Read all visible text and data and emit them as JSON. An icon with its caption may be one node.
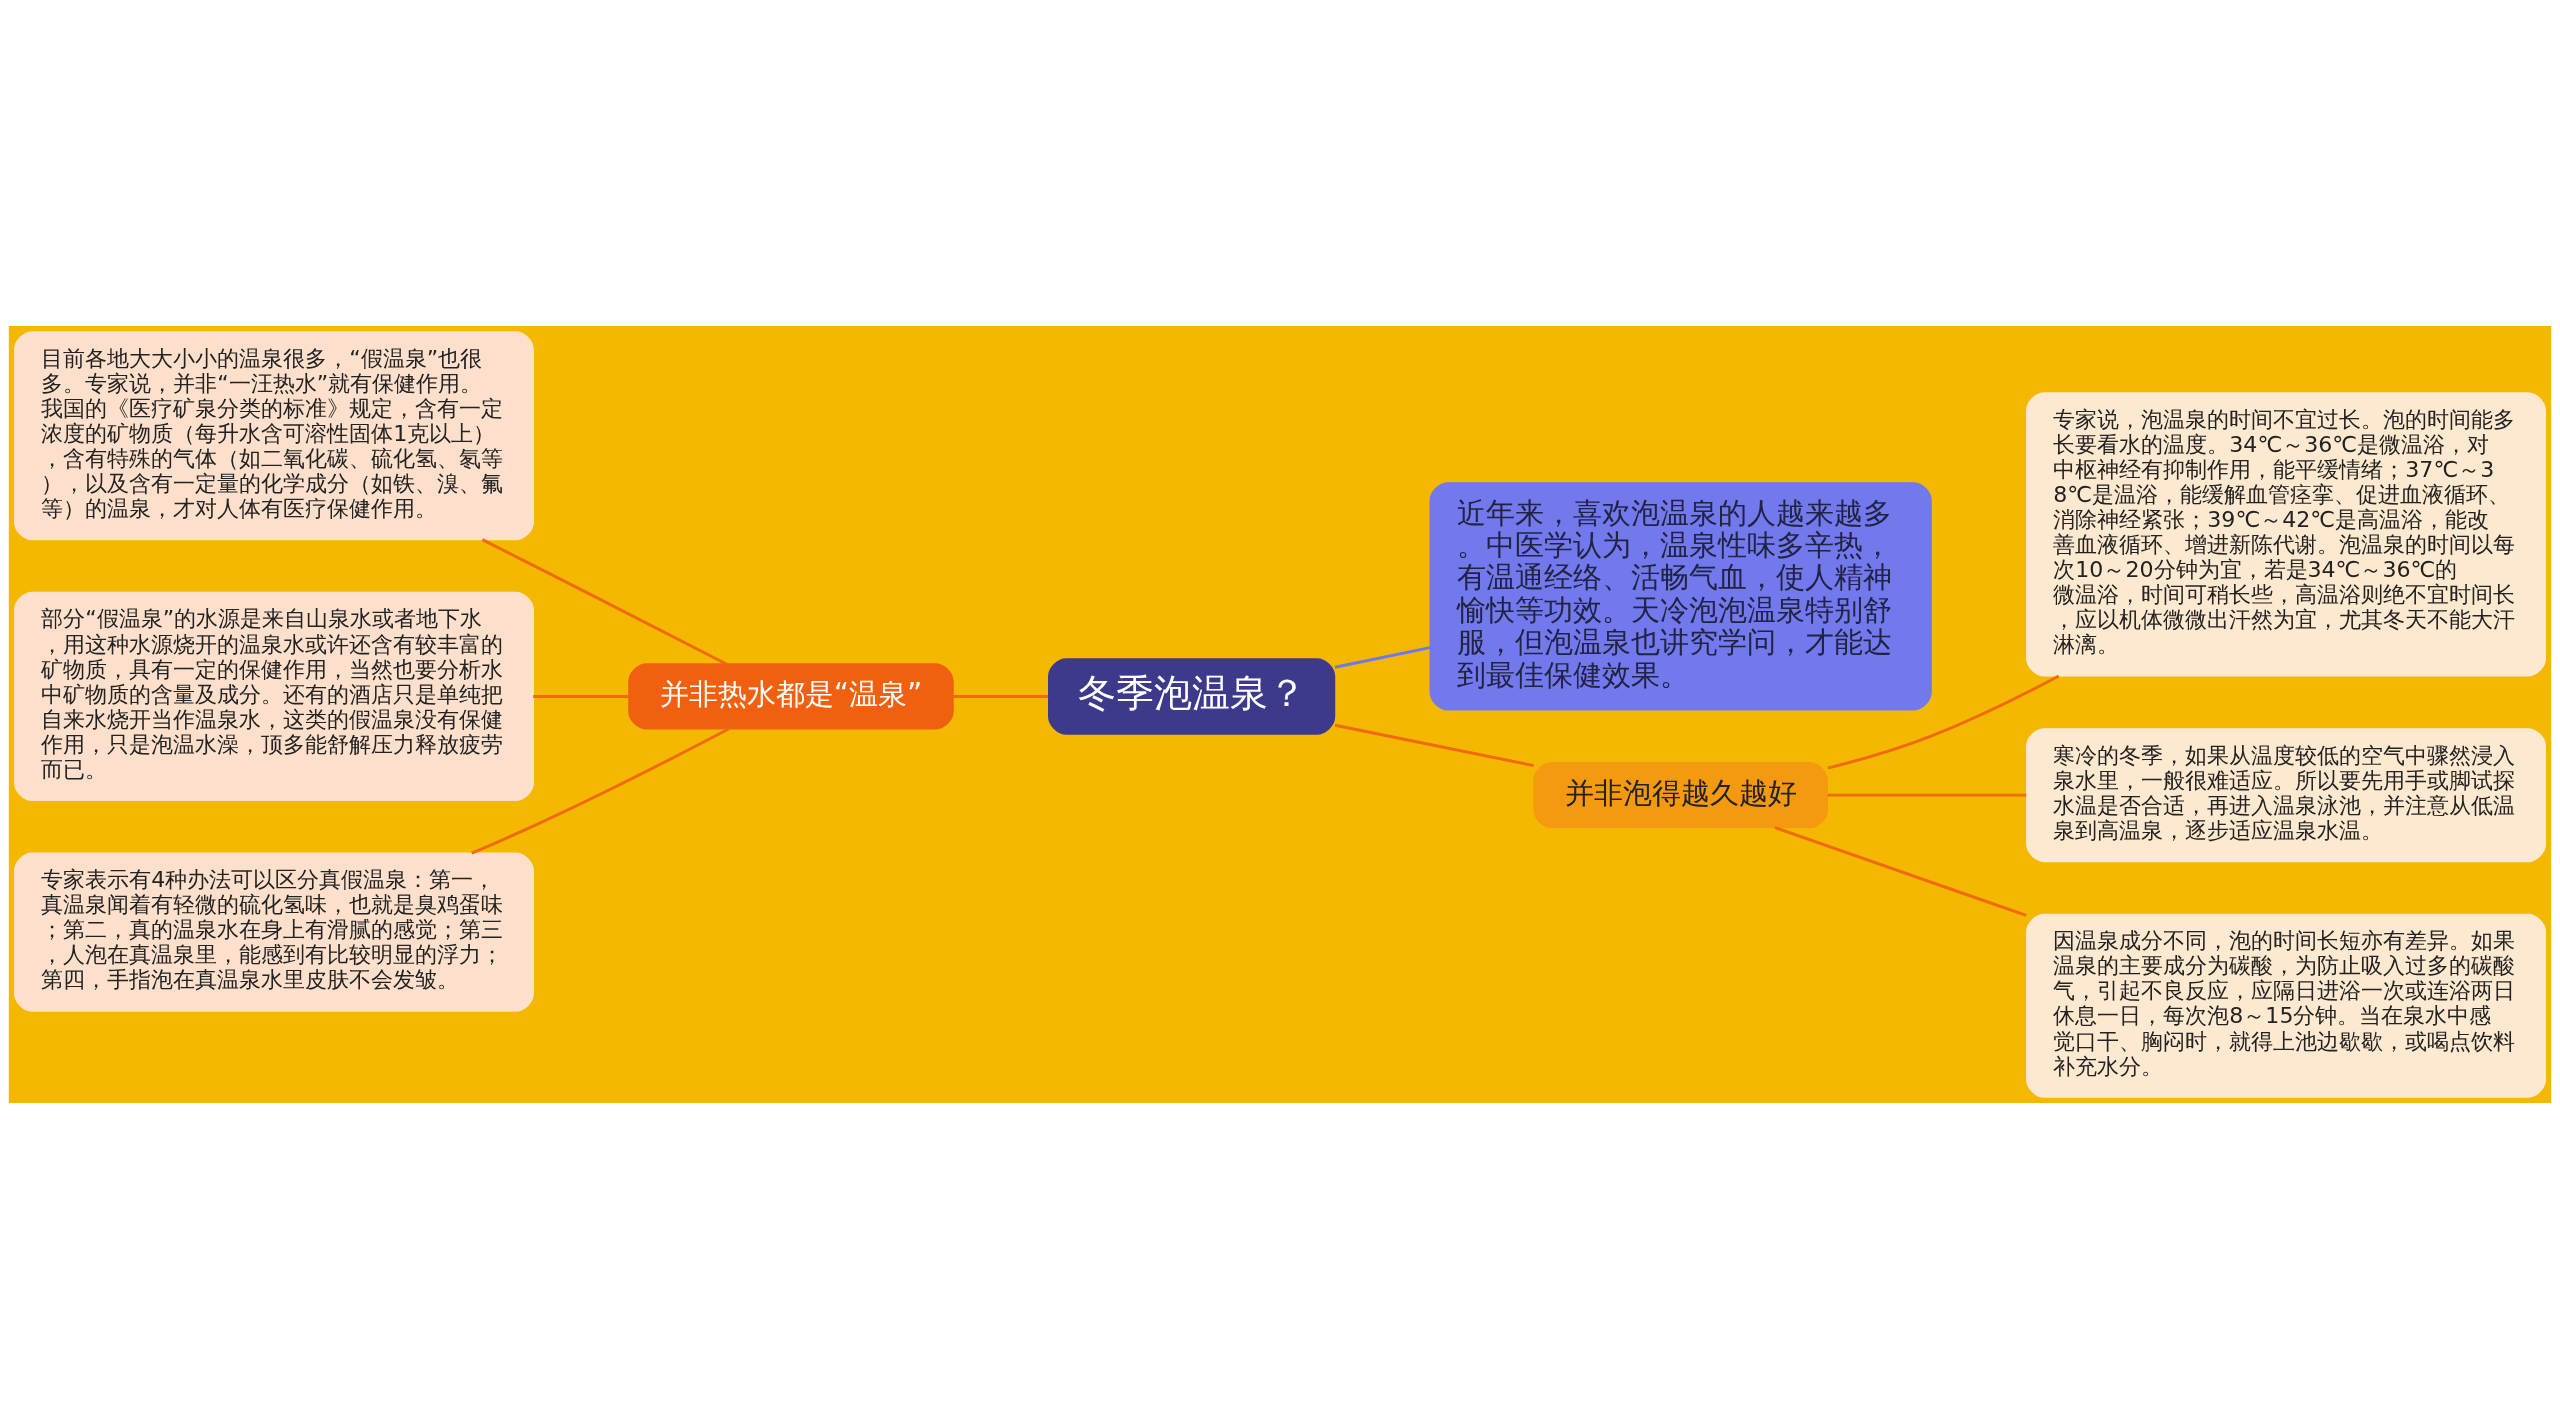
{
  "diagram": {
    "nodes": [
      {
        "text": [
          "冬季泡温泉？"
        ]
      },
      {
        "text": [
          "近年来，喜欢泡温泉的人越来越多。中医学认为，温泉性味多辛热，有温通经络、活畅气血，使人精神愉快等功效。天冷泡泡温泉特别舒服，但泡温泉也讲究学问，才能达到最佳保健效果。"
        ]
      },
      {
        "text": [
          "并非热水都是“温泉”"
        ]
      },
      {
        "text": [
          "目前各地大大小小的温泉很多，“假温泉”也很多。专家说，并非“一汪热水”就有保健作用。我国的《医疗矿泉分类的标准》规定，含有一定浓度的矿物质（每升水含可溶性固体1克以上），含有特殊的气体（如二氧化碳、硫化氢、氡等），以及含有一定量的化学成分（如铁、溴、氟等）的温泉，才对人体有医疗保健作用。"
        ]
      },
      {
        "text": [
          "部分“假温泉”的水源是来自山泉水或者地下水，用这种水源烧开的温泉水或许还含有较丰富的矿物质，具有一定的保健作用，当然也要分析水中矿物质的含量及成分。还有的酒店只是单纯把自来水烧开当作温泉水，这类的假温泉没有保健作用，只是泡温水澡，顶多能舒解压力释放疲劳而已。"
        ]
      },
      {
        "text": [
          "专家表示有4种办法可以区分真假温泉：第一，真温泉闻着有轻微的硫化氢味，也就是臭鸡蛋味；第二，真的温泉水在身上有滑腻的感觉；第三，人泡在真温泉里，能感到有比较明显的浮力；第四，手指泡在真温泉水里皮肤不会发皱。"
        ]
      },
      {
        "text": [
          "并非泡得越久越好"
        ]
      },
      {
        "text": [
          "专家说，泡温泉的时间不宜过长。泡的时间能多长要看水的温度。34℃～36℃是微温浴，对中枢神经有抑制作用，能平缓情绪；37℃～38℃是温浴，能缓解血管痉挛、促进血液循环、消除神经紧张；39℃～42℃是高温浴，能改善血液循环、增进新陈代谢。泡温泉的时间以每次10～20分钟为宜，若是34℃～36℃的微温浴，时间可稍长些，高温浴则绝不宜时间长，应以机体微微出汗然为宜，尤其冬天不能大汗淋漓。"
        ]
      },
      {
        "text": [
          "寒冷的冬季，如果从温度较低的空气中骤然浸入泉水里，一般很难适应。所以要先用手或脚试探水温是否合适，再进入温泉泳池，并注意从低温泉到高温泉，逐步适应温泉水温。"
        ]
      },
      {
        "text": [
          "因温泉成分不同，泡的时间长短亦有差异。如果温泉的主要成分为碳酸，为防止吸入过多的碳酸气，引起不良反应，应隔日进浴一次或连浴两日休息一日，每次泡8～15分钟。当在泉水中感觉口干、胸闷时，就得上池边歇歇，或喝点饮料补充水分。"
        ]
      }
    ],
    "edges": [
      {
        "from": 0,
        "to": 1,
        "arrow": "none",
        "color": "#6f78e8"
      },
      {
        "from": 0,
        "to": 2,
        "arrow": "none"
      },
      {
        "from": 2,
        "to": 3,
        "arrow": "none"
      },
      {
        "from": 2,
        "to": 4,
        "arrow": "none"
      },
      {
        "from": 2,
        "to": 5,
        "arrow": "none"
      },
      {
        "from": 0,
        "to": 6,
        "arrow": "none"
      },
      {
        "from": 6,
        "to": 7,
        "arrow": "none"
      },
      {
        "from": 6,
        "to": 8,
        "arrow": "none"
      },
      {
        "from": 6,
        "to": 9,
        "arrow": "none"
      }
    ]
  }
}
